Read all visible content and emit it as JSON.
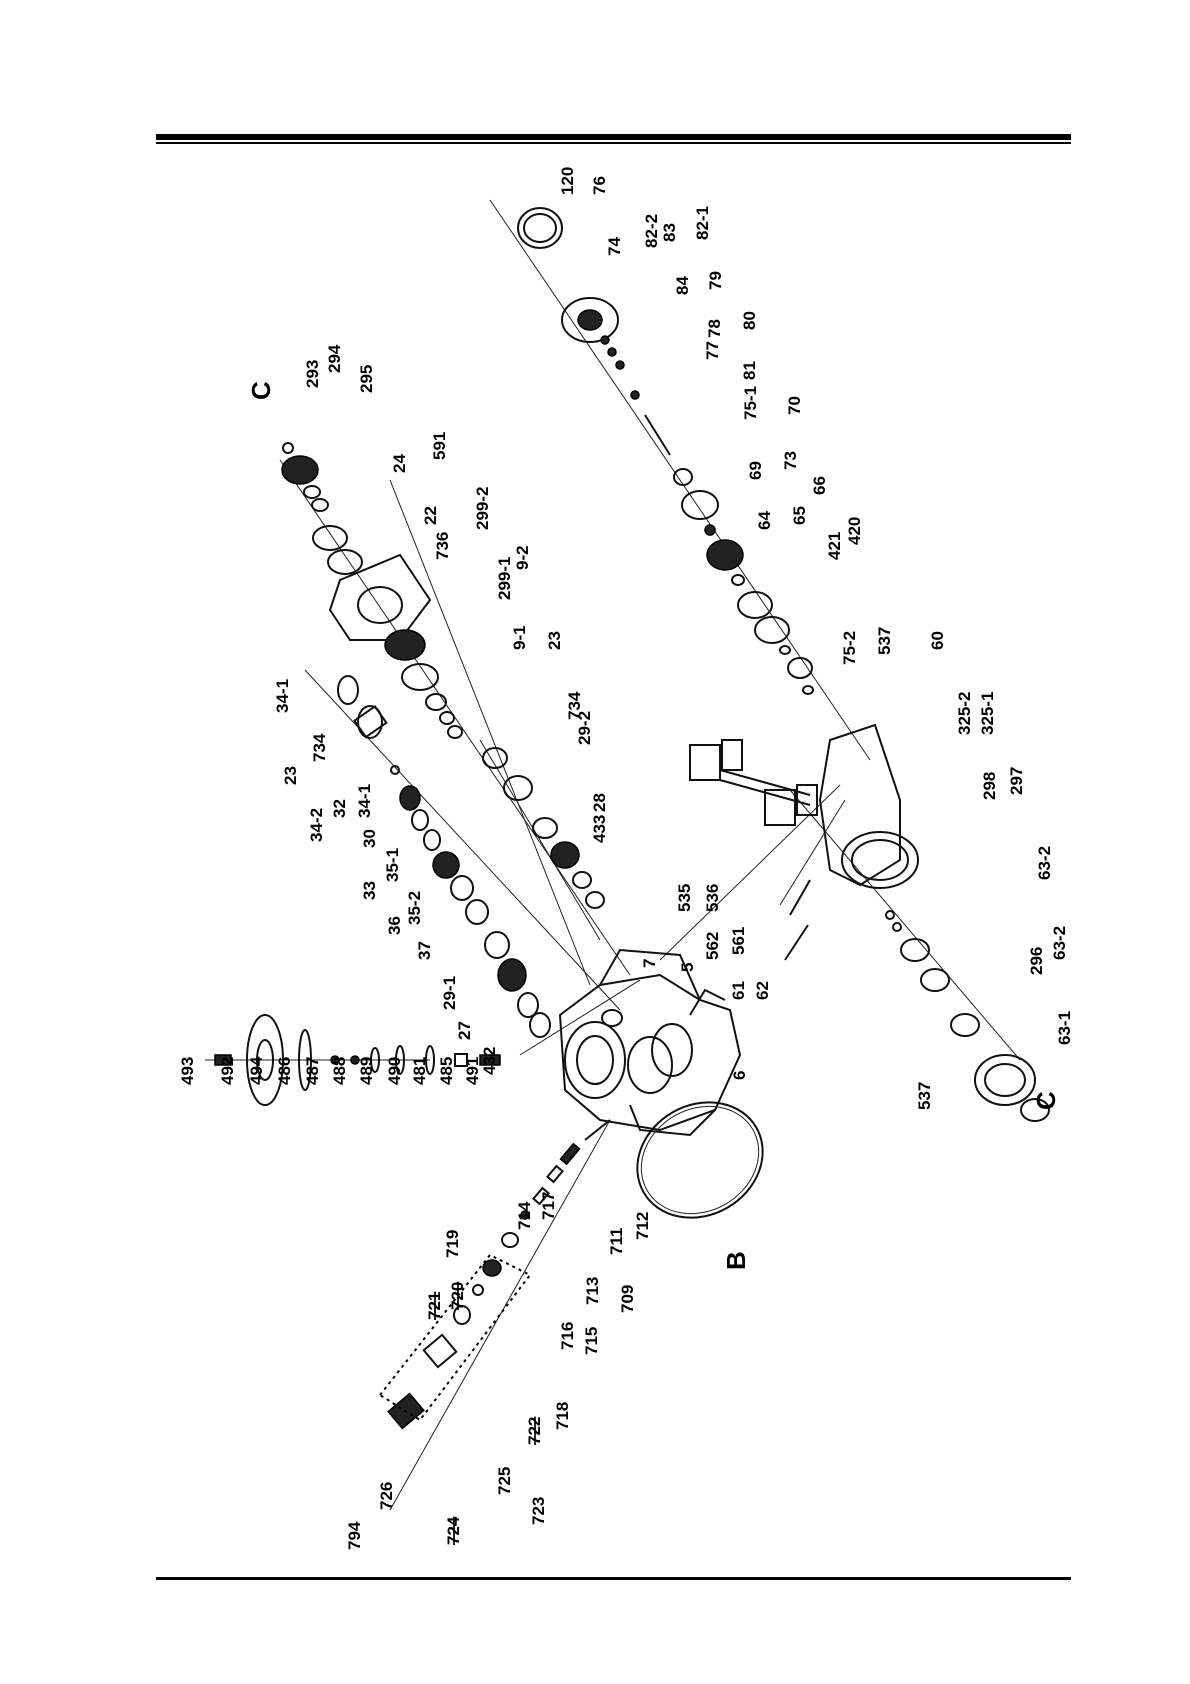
{
  "diagram": {
    "labels_A": [
      "493",
      "492",
      "494",
      "486",
      "487",
      "488",
      "489",
      "490",
      "481",
      "485",
      "491"
    ],
    "labels_B": [
      "34-1",
      "23",
      "734",
      "34-2",
      "32",
      "34-1",
      "30",
      "33",
      "35-1",
      "36",
      "35-2",
      "37",
      "29-1",
      "27",
      "432"
    ],
    "labels_C": [
      "C",
      "293",
      "294",
      "295",
      "24",
      "591",
      "22",
      "736",
      "299-2",
      "299-1",
      "9-2",
      "9-1",
      "23",
      "734",
      "29-2",
      "28",
      "433",
      "7",
      "5"
    ],
    "labels_D": [
      "120",
      "76",
      "74",
      "82-2",
      "83",
      "82-1",
      "84",
      "79",
      "78",
      "80",
      "77",
      "81",
      "75-1",
      "70",
      "69",
      "73",
      "64",
      "65",
      "66",
      "421",
      "420"
    ],
    "labels_E": [
      "75-2",
      "537",
      "60",
      "325-2",
      "325-1",
      "298",
      "297",
      "63-2",
      "296",
      "63-2",
      "63-1",
      "537",
      "C"
    ],
    "labels_F": [
      "535",
      "536",
      "562",
      "561",
      "61",
      "62"
    ],
    "labels_G": [
      "6",
      "B",
      "712",
      "711",
      "709",
      "713",
      "715",
      "716",
      "717",
      "714",
      "719",
      "720",
      "721",
      "718",
      "722",
      "723",
      "725",
      "724",
      "726",
      "794"
    ],
    "struck": [
      "720",
      "721",
      "722",
      "724"
    ]
  }
}
